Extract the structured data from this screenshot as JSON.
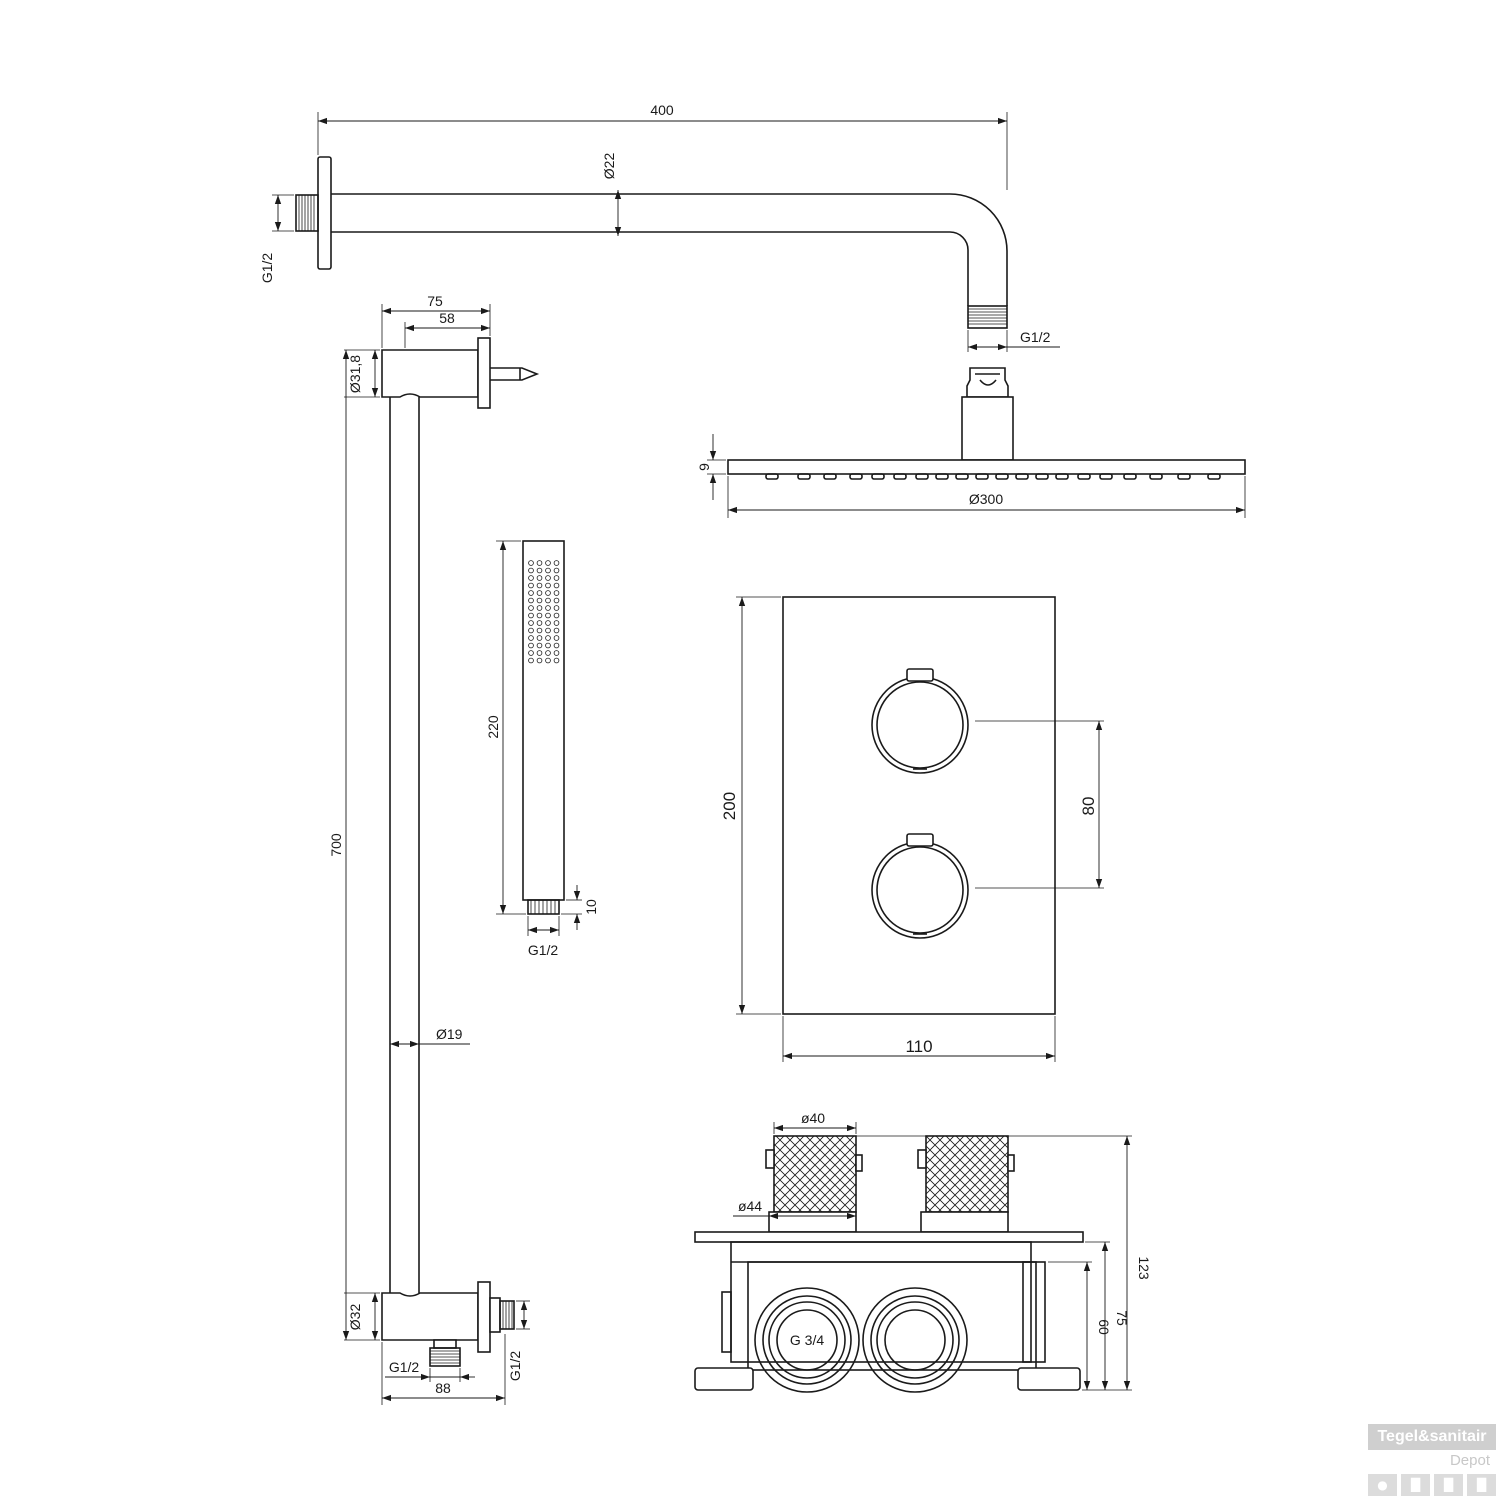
{
  "wall_arm": {
    "length": "400",
    "diameter": "Ø22",
    "wall_thread": "G1/2",
    "outlet_thread": "G1/2"
  },
  "head_shower": {
    "thickness": "9",
    "diameter": "Ø300"
  },
  "slide_rail": {
    "top_depth": "75",
    "top_inner": "58",
    "top_diameter": "Ø31,8",
    "length": "700",
    "rod_diameter": "Ø19",
    "bottom_diameter": "Ø32",
    "bottom_thread": "G1/2",
    "outlet_thread": "G1/2",
    "bottom_depth": "88"
  },
  "hand_shower": {
    "length": "220",
    "thread_length": "10",
    "thread": "G1/2"
  },
  "thermostat_plate": {
    "height": "200",
    "width": "110",
    "knob_spacing": "80"
  },
  "concealed_box": {
    "knob_diameter": "ø40",
    "rosette_diameter": "ø44",
    "total_depth": "123",
    "depth_75": "75",
    "depth_60": "60",
    "connection": "G 3/4"
  },
  "logo": {
    "brand": "Tegel&sanitair",
    "sub": "Depot"
  }
}
